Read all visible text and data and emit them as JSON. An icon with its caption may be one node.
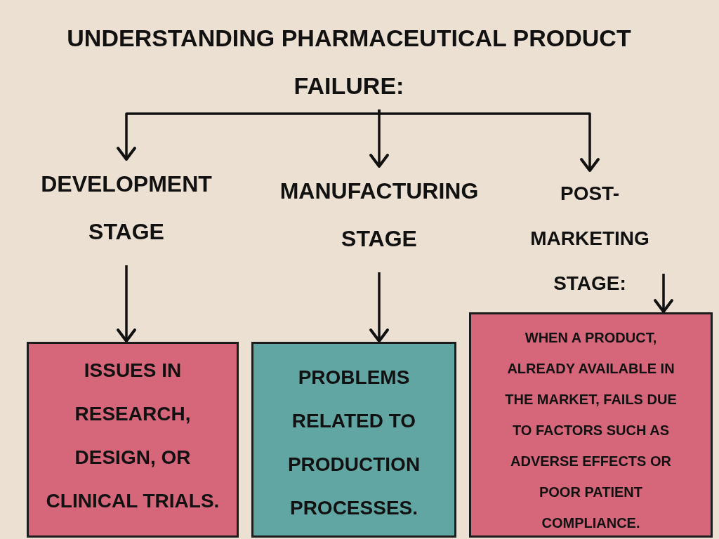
{
  "diagram": {
    "nodes": [
      {
        "text": [
          "UNDERSTANDING PHARMACEUTICAL PRODUCT FAILURE:"
        ]
      },
      {
        "text": [
          "DEVELOPMENT STAGE"
        ]
      },
      {
        "text": [
          "MANUFACTURING STAGE"
        ]
      },
      {
        "text": [
          "POST-MARKETING STAGE:"
        ]
      },
      {
        "text": [
          "ISSUES IN RESEARCH, DESIGN, OR CLINICAL TRIALS."
        ]
      },
      {
        "text": [
          "PROBLEMS RELATED TO PRODUCTION PROCESSES."
        ]
      },
      {
        "text": [
          "WHEN A PRODUCT, ALREADY AVAILABLE IN THE MARKET, FAILS DUE TO FACTORS SUCH AS ADVERSE EFFECTS OR POOR PATIENT COMPLIANCE."
        ]
      }
    ],
    "edges": [
      {
        "from": 0,
        "to": 1,
        "arrow": "to"
      },
      {
        "from": 0,
        "to": 2,
        "arrow": "to"
      },
      {
        "from": 0,
        "to": 3,
        "arrow": "to"
      },
      {
        "from": 1,
        "to": 4,
        "arrow": "to"
      },
      {
        "from": 2,
        "to": 5,
        "arrow": "to"
      },
      {
        "from": 3,
        "to": 6,
        "arrow": "to"
      }
    ]
  }
}
